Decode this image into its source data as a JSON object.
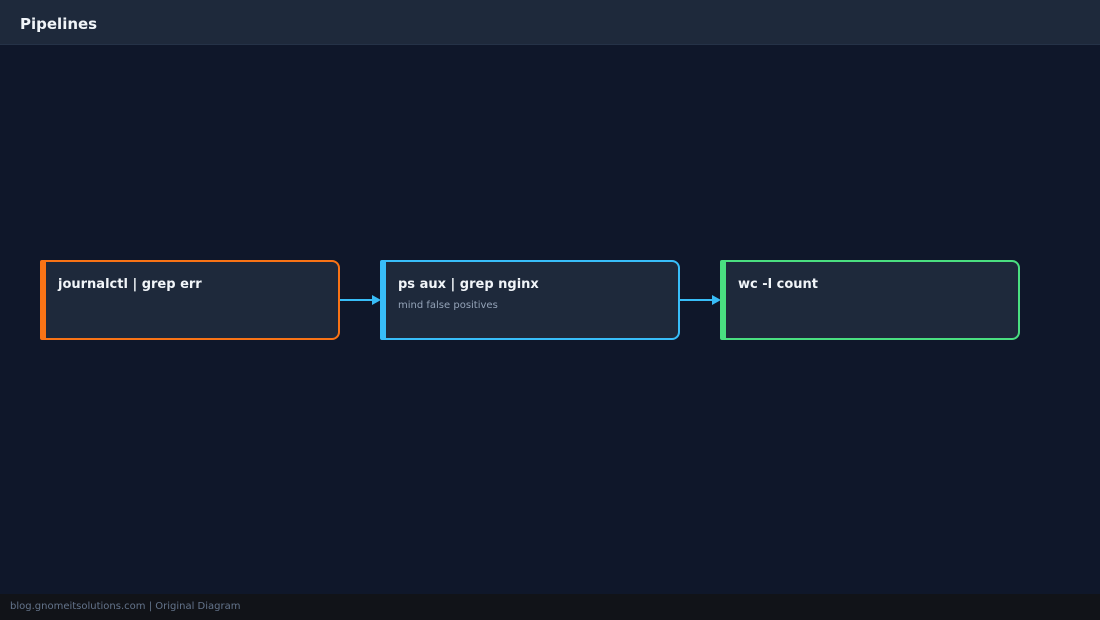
{
  "header": {
    "title": "Pipelines"
  },
  "diagram": {
    "nodes": [
      {
        "label": "journalctl | grep err",
        "sublabel": "",
        "color": "#f97316"
      },
      {
        "label": "ps aux | grep nginx",
        "sublabel": "mind false positives",
        "color": "#38bdf8"
      },
      {
        "label": "wc -l count",
        "sublabel": "",
        "color": "#4ade80"
      }
    ],
    "connector_color": "#38bdf8"
  },
  "footer": {
    "text": "blog.gnomeitsolutions.com | Original Diagram"
  }
}
